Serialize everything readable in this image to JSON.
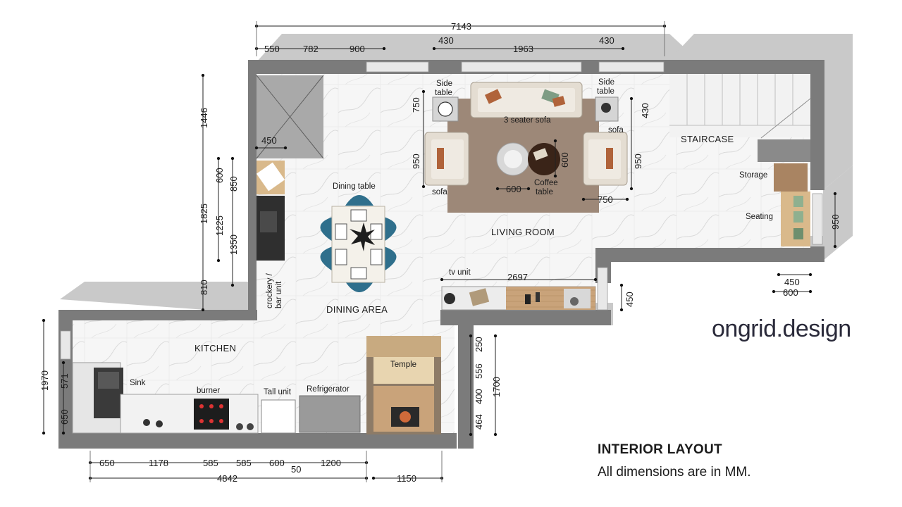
{
  "brand": "ongrid.design",
  "title": "INTERIOR LAYOUT",
  "subtitle": "All dimensions are in MM.",
  "rooms": {
    "living": "LIVING ROOM",
    "dining": "DINING AREA",
    "kitchen": "KITCHEN",
    "staircase": "STAIRCASE"
  },
  "labels": {
    "side_table_1": "Side",
    "side_table_2": "table",
    "three_seater": "3 seater sofa",
    "sofa": "sofa",
    "coffee_table_1": "Coffee",
    "coffee_table_2": "table",
    "dining_table": "Dining table",
    "storage": "Storage",
    "seating": "Seating",
    "tv_unit": "tv unit",
    "crockery_1": "crockery /",
    "crockery_2": "bar unit",
    "temple": "Temple",
    "sink": "Sink",
    "burner": "burner",
    "tall_unit": "Tall unit",
    "refrigerator": "Refrigerator"
  },
  "dims": {
    "top_total": "7143",
    "t550": "550",
    "t782": "782",
    "t900": "900",
    "t430a": "430",
    "t1963": "1963",
    "t430b": "430",
    "left1446": "1446",
    "left1825": "1825",
    "left600": "600",
    "left850": "850",
    "left1225": "1225",
    "left1350": "1350",
    "left810": "810",
    "d450_entry": "450",
    "st750": "750",
    "sofa950a": "950",
    "st430": "430",
    "sofa950b": "950",
    "ct600a": "600",
    "ct600b": "600",
    "sofa750": "750",
    "seat950": "950",
    "seat450": "450",
    "seat600": "600",
    "tv2697": "2697",
    "tv450": "450",
    "k1970": "1970",
    "k571": "571",
    "k650": "650",
    "tp250": "250",
    "tp556": "556",
    "tp400": "400",
    "tp464": "464",
    "tp1700": "1700",
    "b650": "650",
    "b1178": "1178",
    "b585a": "585",
    "b585b": "585",
    "b600": "600",
    "b50": "50",
    "b1200": "1200",
    "b4842": "4842",
    "b1150": "1150"
  }
}
